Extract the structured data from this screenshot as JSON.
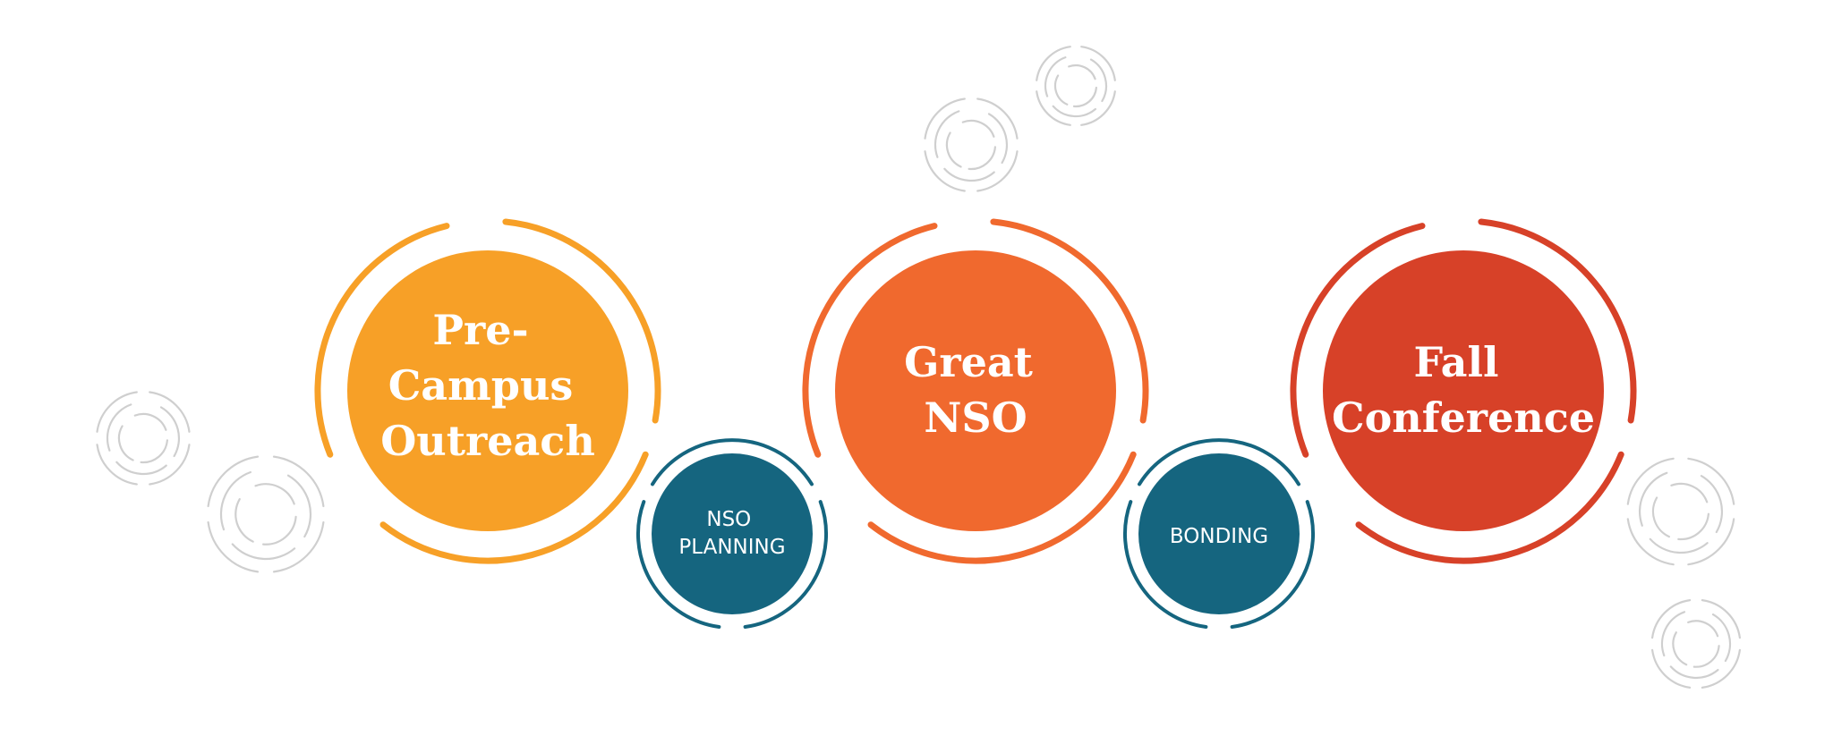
{
  "stages": [
    {
      "id": "pre-campus-outreach",
      "lines": [
        "Pre-",
        "Campus",
        "Outreach"
      ],
      "color": "#f7a027"
    },
    {
      "id": "great-nso",
      "lines": [
        "Great",
        "NSO"
      ],
      "color": "#f0692e"
    },
    {
      "id": "fall-conference",
      "lines": [
        "Fall",
        "Conference"
      ],
      "color": "#d74128"
    }
  ],
  "connectors": [
    {
      "id": "nso-planning",
      "lines": [
        "NSO",
        "PLANNING"
      ],
      "color": "#15657f"
    },
    {
      "id": "bonding",
      "lines": [
        "BONDING"
      ],
      "color": "#15657f"
    }
  ],
  "decoration_color": "#cfcfcf"
}
